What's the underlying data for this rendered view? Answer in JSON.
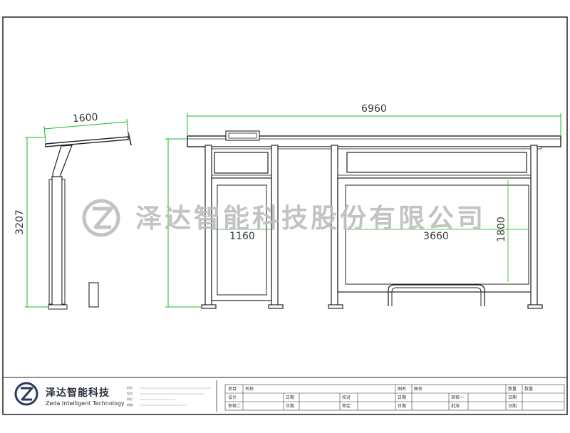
{
  "dimensions": {
    "side_width": "1600",
    "side_height": "3207",
    "front_width": "6960",
    "left_panel_width": "1160",
    "right_panel_width": "3660",
    "panel_height": "1800"
  },
  "watermark": {
    "text": "泽达智能科技股份有限公司"
  },
  "company": {
    "name_cn": "泽达智能科技",
    "name_en": "Zeda Intelligent Technology",
    "contact_lines": [
      "地址：",
      "电话：",
      "网址：",
      "邮箱："
    ]
  },
  "title_block": {
    "row1": [
      "项目",
      "名称",
      "图名",
      "图名",
      "数量",
      "数量"
    ],
    "row2": [
      "设计",
      "日期",
      "校对",
      "日期",
      "审核一",
      "日期"
    ],
    "row3": [
      "审核二",
      "日期",
      "审定",
      "日期",
      "批准",
      "日期"
    ]
  },
  "colors": {
    "frame": "#2b2b2b",
    "dimension": "#1fb51f",
    "watermark": "#bdbdbd"
  }
}
